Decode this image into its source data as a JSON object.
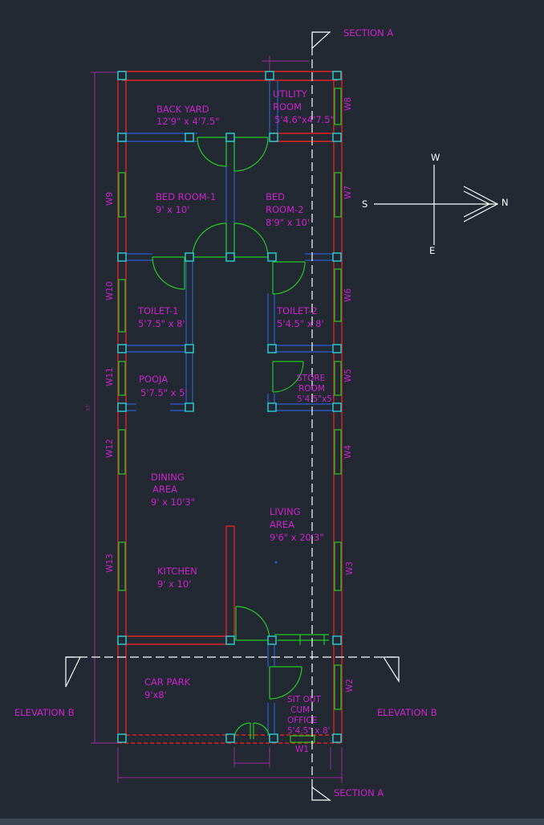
{
  "colors": {
    "background": "#222933",
    "wall_outer": "#e02222",
    "wall_inner": "#2a5fd6",
    "column": "#27d3d8",
    "door": "#22cc22",
    "window": "#22cc22",
    "label": "#cc22cc",
    "dimension": "#9b2a9b",
    "section_line": "#ffffff"
  },
  "section": {
    "top_label": "SECTION A",
    "bottom_label": "SECTION A"
  },
  "elevation": {
    "left_label": "ELEVATION B",
    "right_label": "ELEVATION B"
  },
  "compass": {
    "north": "N",
    "south": "S",
    "east": "E",
    "west": "W"
  },
  "rooms": {
    "back_yard": {
      "name": "BACK YARD",
      "size": "12'9\" x 4'7.5\""
    },
    "utility": {
      "name1": "UTILITY",
      "name2": "ROOM",
      "size": "5'4.6\"x4'7.5\""
    },
    "bed1": {
      "name": "BED ROOM-1",
      "size": "9' x 10'"
    },
    "bed2": {
      "name1": "BED",
      "name2": "ROOM-2",
      "size": "8'9\" x 10'"
    },
    "toilet1": {
      "name": "TOILET-1",
      "size": "5'7.5\" x 8'"
    },
    "toilet2": {
      "name": "TOILET-2",
      "size": "5'4.5\" x 8'"
    },
    "pooja": {
      "name": "POOJA",
      "size": "5'7.5\" x 5'"
    },
    "store": {
      "name1": "STORE",
      "name2": "ROOM",
      "size": "5'4.5\"x5'"
    },
    "dining": {
      "name1": "DINING",
      "name2": "AREA",
      "size": "9' x 10'3\""
    },
    "living": {
      "name1": "LIVING",
      "name2": "AREA",
      "size": "9'6\" x 20'3\""
    },
    "kitchen": {
      "name": "KITCHEN",
      "size": "9' x 10'"
    },
    "car_park": {
      "name": "CAR PARK",
      "size": "9'x8'"
    },
    "sit_out": {
      "name1": "SIT OUT",
      "name2": "CUM",
      "name3": "OFFICE",
      "size": "5'4.5\" x 8'"
    }
  },
  "windows": {
    "w1": "W1",
    "w2": "W2",
    "w3": "W3",
    "w4": "W4",
    "w5": "W5",
    "w6": "W6",
    "w7": "W7",
    "w8": "W8",
    "w9": "W9",
    "w10": "W10",
    "w11": "W11",
    "w12": "W12",
    "w13": "W13"
  }
}
